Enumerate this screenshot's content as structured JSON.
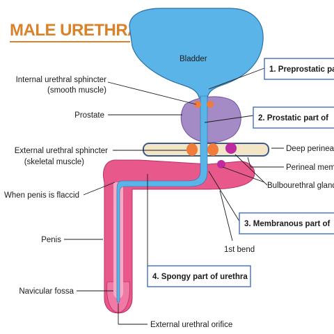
{
  "title": "MALE URETHRA",
  "colors": {
    "title": "#d9822b",
    "bladder": "#5ab4e8",
    "bladder_stroke": "#2a6fa8",
    "prostate": "#a58bc6",
    "penis": "#e8588a",
    "penis_light": "#f4a9c4",
    "membrane": "#f3e6c6",
    "membrane_stroke": "#3b5a8a",
    "sphincter": "#f07b3a",
    "gland": "#c02aa0",
    "box_stroke": "#4a78c2"
  },
  "structures": {
    "bladder": "Bladder"
  },
  "labels_left": [
    "Internal urethral sphincter",
    "(smooth muscle)",
    "Prostate",
    "External urethral sphincter",
    "(skeletal muscle)",
    "When penis is flaccid",
    "Penis",
    "Navicular fossa",
    "External urethral orifice"
  ],
  "labels_right": [
    "Deep perineal",
    "Perineal mem",
    "Bulbourethral gland",
    "1st bend"
  ],
  "parts": [
    "1. Preprostatic pa",
    "2. Prostatic part of",
    "3. Membranous part of",
    "4. Spongy part of urethra"
  ]
}
